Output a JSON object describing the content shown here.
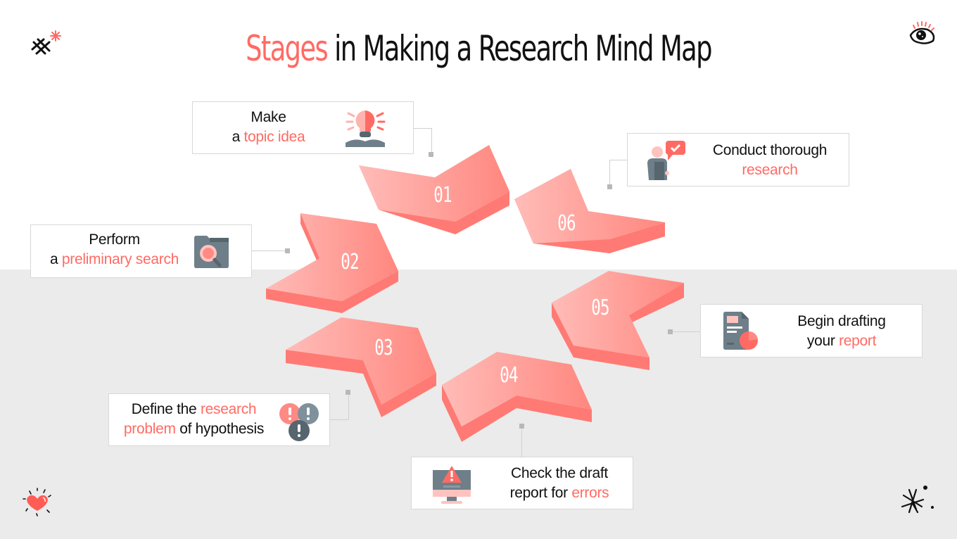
{
  "title": {
    "accent": "Stages",
    "rest": " in Making a Research Mind Map"
  },
  "colors": {
    "accent": "#ff6b64",
    "arrow_light": "#ffbcb8",
    "arrow_dark": "#ff7a74",
    "icon_gray": "#6e7f89",
    "background_lower": "#ebebeb"
  },
  "stages": [
    {
      "number": "01",
      "line1": "Make",
      "line2_plain": "a ",
      "line2_accent": "topic idea",
      "icon": "lightbulb-book-icon"
    },
    {
      "number": "02",
      "line1": "Perform",
      "line2_plain": "a ",
      "line2_accent": "preliminary search",
      "icon": "folder-search-icon"
    },
    {
      "number": "03",
      "line1_plain": "Define the ",
      "line1_accent": "research",
      "line2_accent": "problem",
      "line2_plain": " of hypothesis",
      "icon": "exclamation-circles-icon"
    },
    {
      "number": "04",
      "line1": "Check the draft",
      "line2_plain": "report for ",
      "line2_accent": "errors",
      "icon": "monitor-warning-icon"
    },
    {
      "number": "05",
      "line1": "Begin drafting",
      "line2_plain": "your ",
      "line2_accent": "report",
      "icon": "document-chart-icon"
    },
    {
      "number": "06",
      "line1": "Conduct thorough",
      "line2_accent": "research",
      "icon": "person-speech-check-icon"
    }
  ],
  "decorations": [
    "hash-sparkle-icon",
    "eye-icon",
    "heart-icon",
    "starburst-icon"
  ]
}
